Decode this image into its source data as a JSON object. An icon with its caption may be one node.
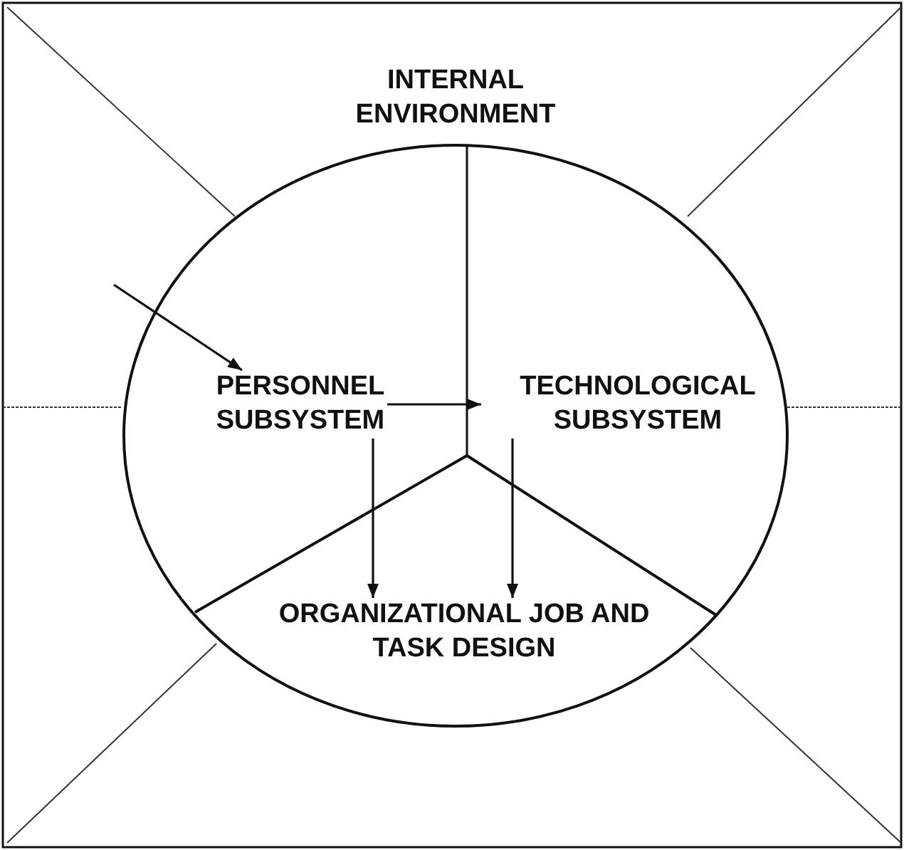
{
  "diagram": {
    "nodes": [
      {
        "text": [
          "INTERNAL ENVIRONMENT"
        ]
      },
      {
        "text": [
          "PERSONNEL SUBSYSTEM"
        ],
        "in": 0
      },
      {
        "text": [
          "TECHNOLOGICAL SUBSYSTEM"
        ],
        "in": 0
      },
      {
        "text": [
          "ORGANIZATIONAL JOB AND TASK DESIGN"
        ],
        "in": 0
      }
    ],
    "edges": [
      {
        "from": null,
        "to": 1,
        "arrow": "to"
      },
      {
        "from": 1,
        "to": 2,
        "arrow": "to"
      },
      {
        "from": 1,
        "to": 3,
        "arrow": "to"
      },
      {
        "from": 2,
        "to": 3,
        "arrow": "to"
      }
    ]
  }
}
